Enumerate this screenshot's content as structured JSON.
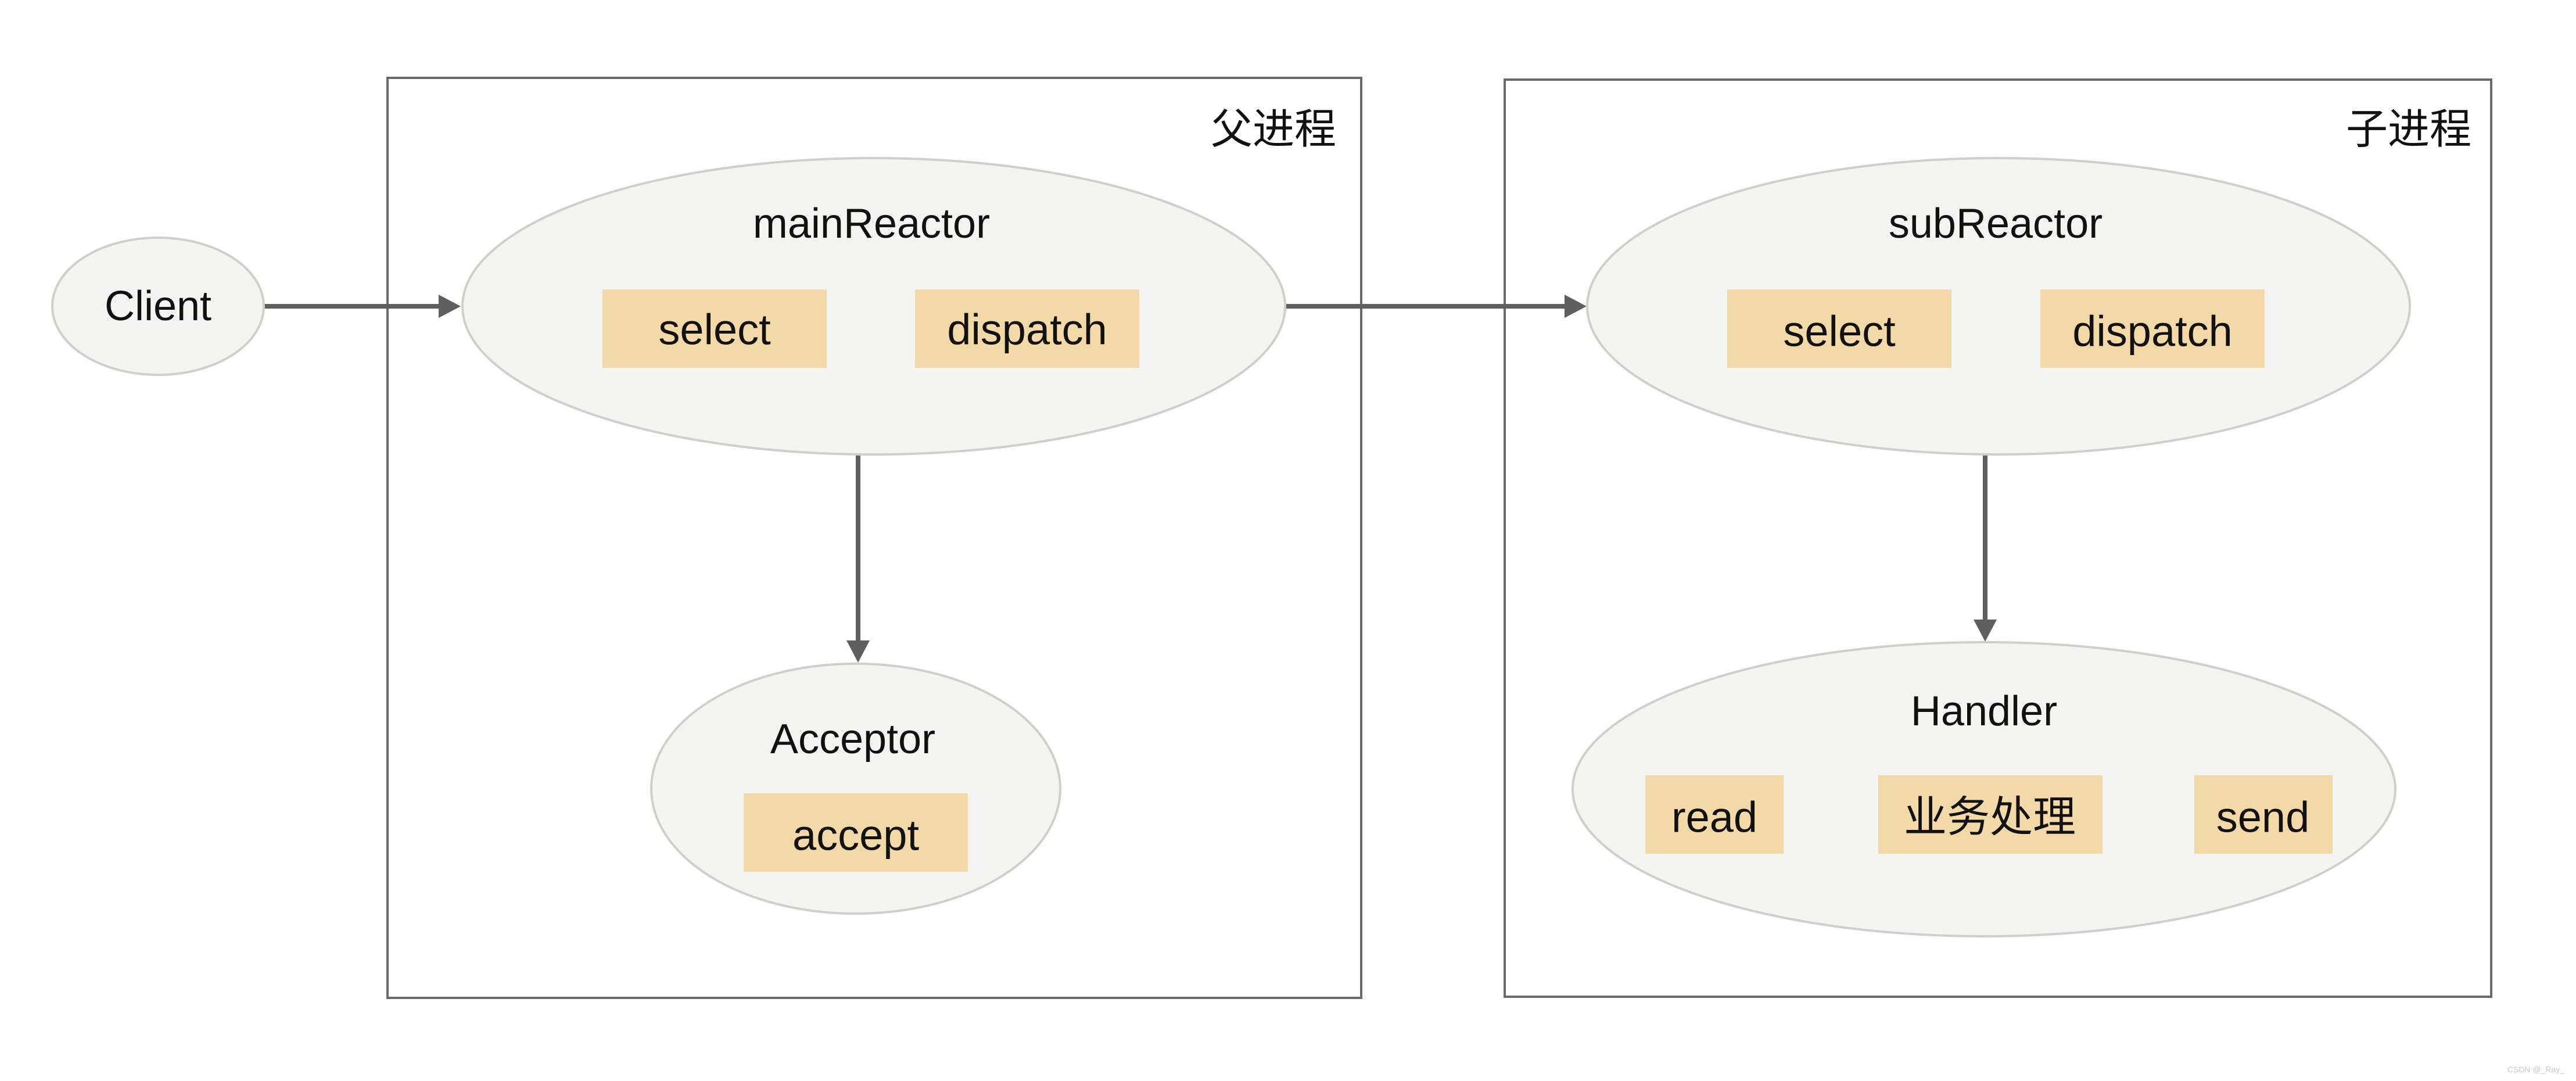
{
  "parent_process": {
    "title": "父进程",
    "main_reactor": {
      "label": "mainReactor",
      "ops": [
        "select",
        "dispatch"
      ]
    },
    "acceptor": {
      "label": "Acceptor",
      "ops": [
        "accept"
      ]
    }
  },
  "child_process": {
    "title": "子进程",
    "sub_reactor": {
      "label": "subReactor",
      "ops": [
        "select",
        "dispatch"
      ]
    },
    "handler": {
      "label": "Handler",
      "ops": [
        "read",
        "业务处理",
        "send"
      ]
    }
  },
  "client": {
    "label": "Client"
  },
  "watermark": "CSDN @_Ray_"
}
